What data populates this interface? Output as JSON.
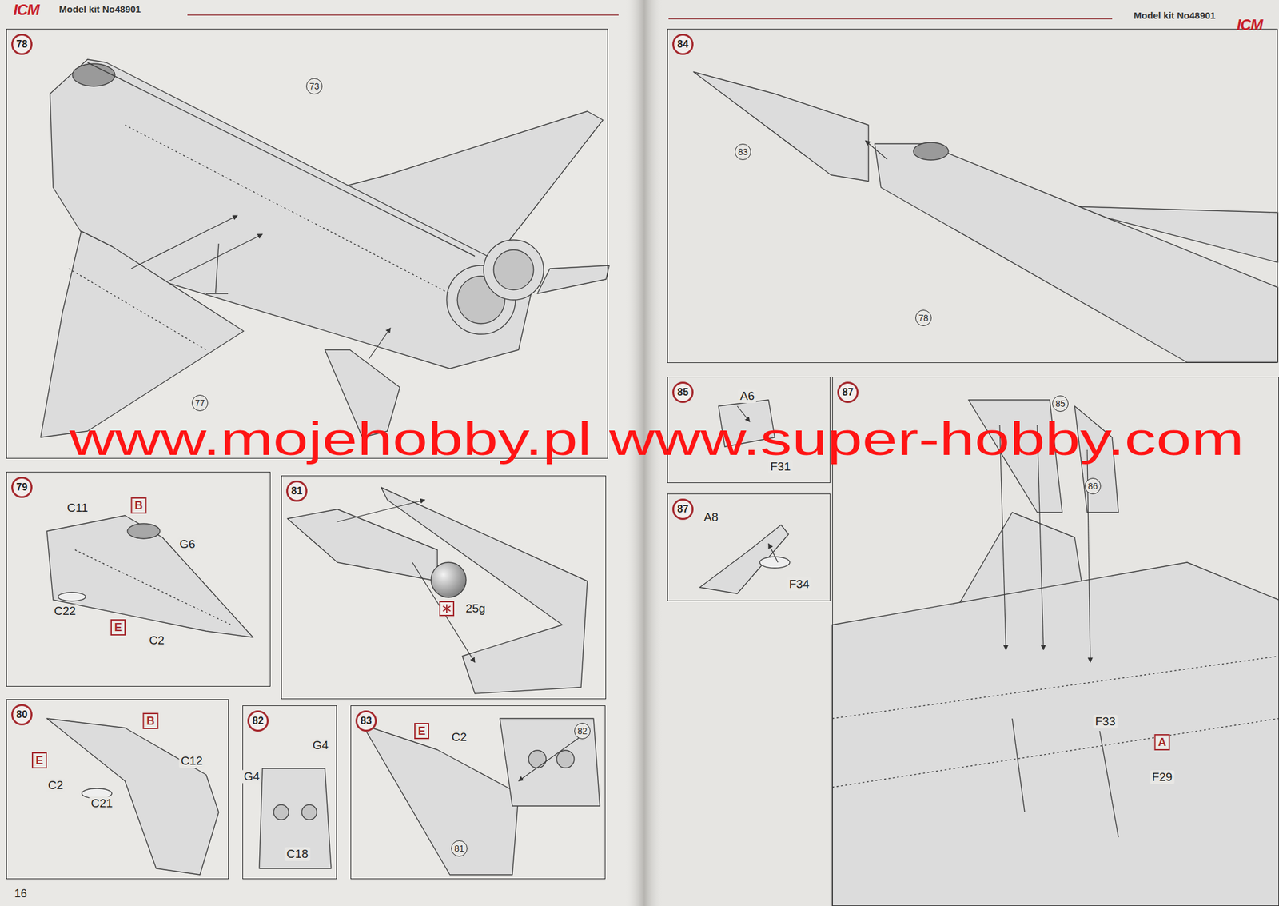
{
  "diagram": {
    "nodes": [
      {
        "text": [
          "78"
        ]
      },
      {
        "text": [
          "79"
        ]
      },
      {
        "text": [
          "81"
        ]
      },
      {
        "text": [
          "80"
        ]
      },
      {
        "text": [
          "82"
        ]
      },
      {
        "text": [
          "83"
        ]
      },
      {
        "text": [
          "84"
        ]
      },
      {
        "text": [
          "85"
        ]
      },
      {
        "text": [
          "87"
        ]
      },
      {
        "text": [
          "87"
        ]
      }
    ],
    "labels": [
      "ICM",
      "Model kit No48901",
      "Model kit No48901",
      "ICM",
      "73",
      "77",
      "www.mojehobby.pl www.super-hobby.com",
      "C11",
      "B",
      "G6",
      "C22",
      "E",
      "C2",
      "25g",
      "B",
      "E",
      "C2",
      "C12",
      "C21",
      "G4",
      "G4",
      "C18",
      "E",
      "C2",
      "82",
      "81",
      "83",
      "78",
      "A6",
      "F31",
      "A8",
      "F34",
      "85",
      "86",
      "F33",
      "A",
      "F29",
      "16"
    ]
  }
}
